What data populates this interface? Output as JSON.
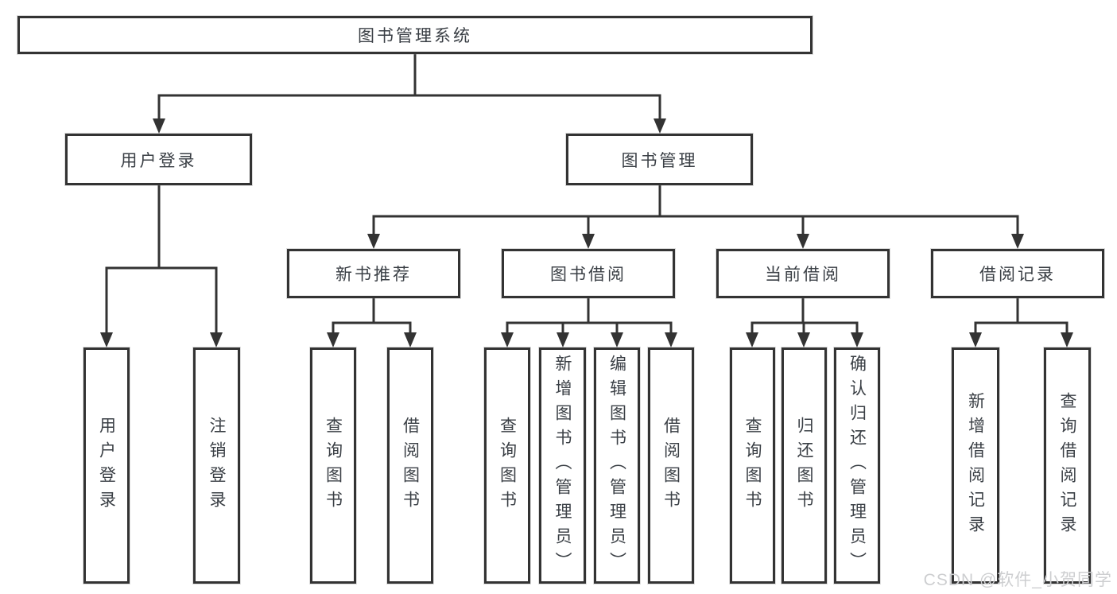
{
  "diagram": {
    "root": {
      "label": "图书管理系统"
    },
    "branches": {
      "user_login": {
        "label": "用户登录",
        "children": {
          "login": {
            "label": "用户登录"
          },
          "logout": {
            "label": "注销登录"
          }
        }
      },
      "book_management": {
        "label": "图书管理",
        "children": {
          "new_book": {
            "label": "新书推荐",
            "children": {
              "query": {
                "label": "查询图书"
              },
              "borrow": {
                "label": "借阅图书"
              }
            }
          },
          "book_borrow": {
            "label": "图书借阅",
            "children": {
              "query": {
                "label": "查询图书"
              },
              "add": {
                "label": "新增图书（管理员）"
              },
              "edit": {
                "label": "编辑图书（管理员）"
              },
              "borrow": {
                "label": "借阅图书"
              }
            }
          },
          "current_borrow": {
            "label": "当前借阅",
            "children": {
              "query": {
                "label": "查询图书"
              },
              "return": {
                "label": "归还图书"
              },
              "confirm": {
                "label": "确认归还（管理员）"
              }
            }
          },
          "borrow_records": {
            "label": "借阅记录",
            "children": {
              "add": {
                "label": "新增借阅记录"
              },
              "query": {
                "label": "查询借阅记录"
              }
            }
          }
        }
      }
    },
    "watermark": "CSDN @软件_小贺同学",
    "colors": {
      "line": "#333333",
      "text": "#3a3f45",
      "box_fill": "#ffffff",
      "background": "#ffffff",
      "watermark": "#cdced0"
    }
  }
}
